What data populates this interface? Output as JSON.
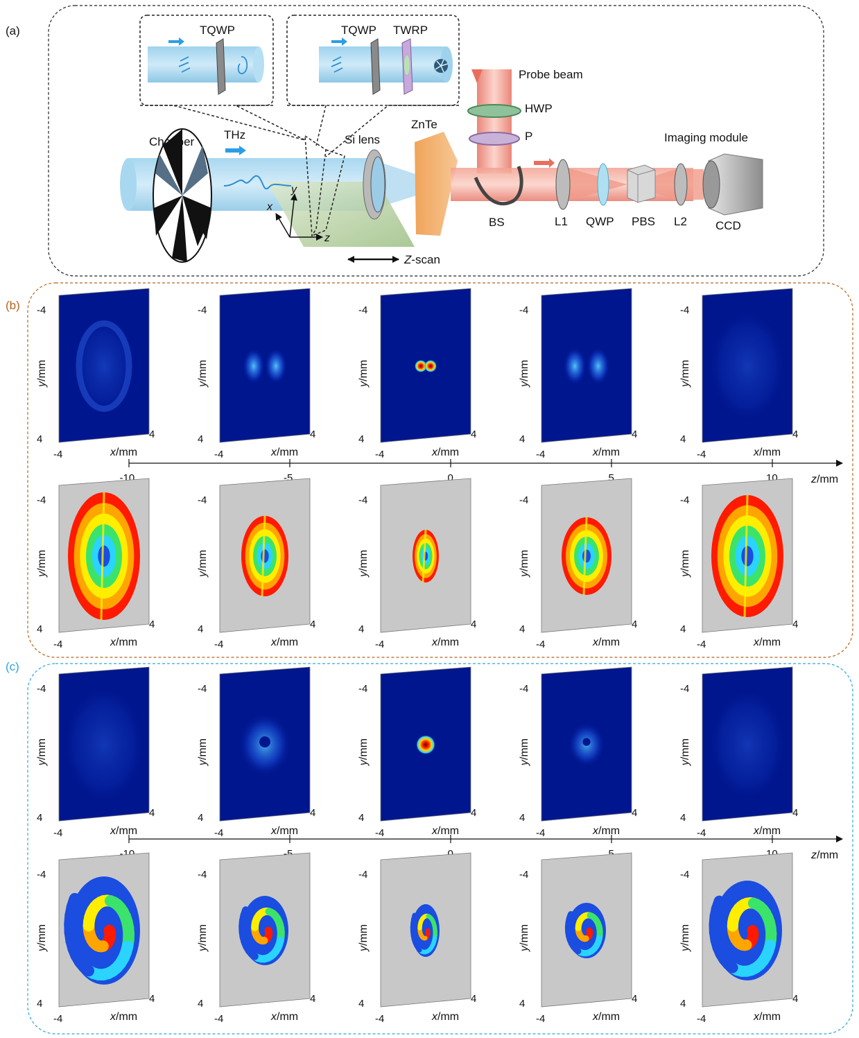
{
  "panels": {
    "a": {
      "label": "(a)"
    },
    "b": {
      "label": "(b)",
      "border_color": "#b5651d"
    },
    "c": {
      "label": "(c)",
      "border_color": "#29a6d9"
    }
  },
  "setup": {
    "inset1": {
      "tqwp": "TQWP"
    },
    "inset2": {
      "tqwp": "TQWP",
      "twrp": "TWRP"
    },
    "chopper": "Chopper",
    "thz": "THz",
    "si_lens": "Si lens",
    "znte": "ZnTe",
    "probe_beam": "Probe beam",
    "hwp": "HWP",
    "p": "P",
    "imaging_module": "Imaging module",
    "bs": "BS",
    "l1": "L1",
    "qwp": "QWP",
    "pbs": "PBS",
    "l2": "L2",
    "ccd": "CCD",
    "axis_x": "x",
    "axis_y": "y",
    "axis_z": "z",
    "zscan_z": "Z",
    "zscan_suffix": "-scan"
  },
  "map_axes": {
    "y_var": "y",
    "x_var": "x",
    "unit": "/mm",
    "tick_top": "-4",
    "tick_bottom": "4",
    "tick_left": "-4",
    "tick_right": "4"
  },
  "z_axis": {
    "var": "z",
    "unit": "/mm",
    "ticks": [
      "-10",
      "-5",
      "0",
      "5",
      "10"
    ]
  },
  "colors": {
    "intensity_background": "#00168f",
    "phase_background": "#c8c8c8"
  }
}
